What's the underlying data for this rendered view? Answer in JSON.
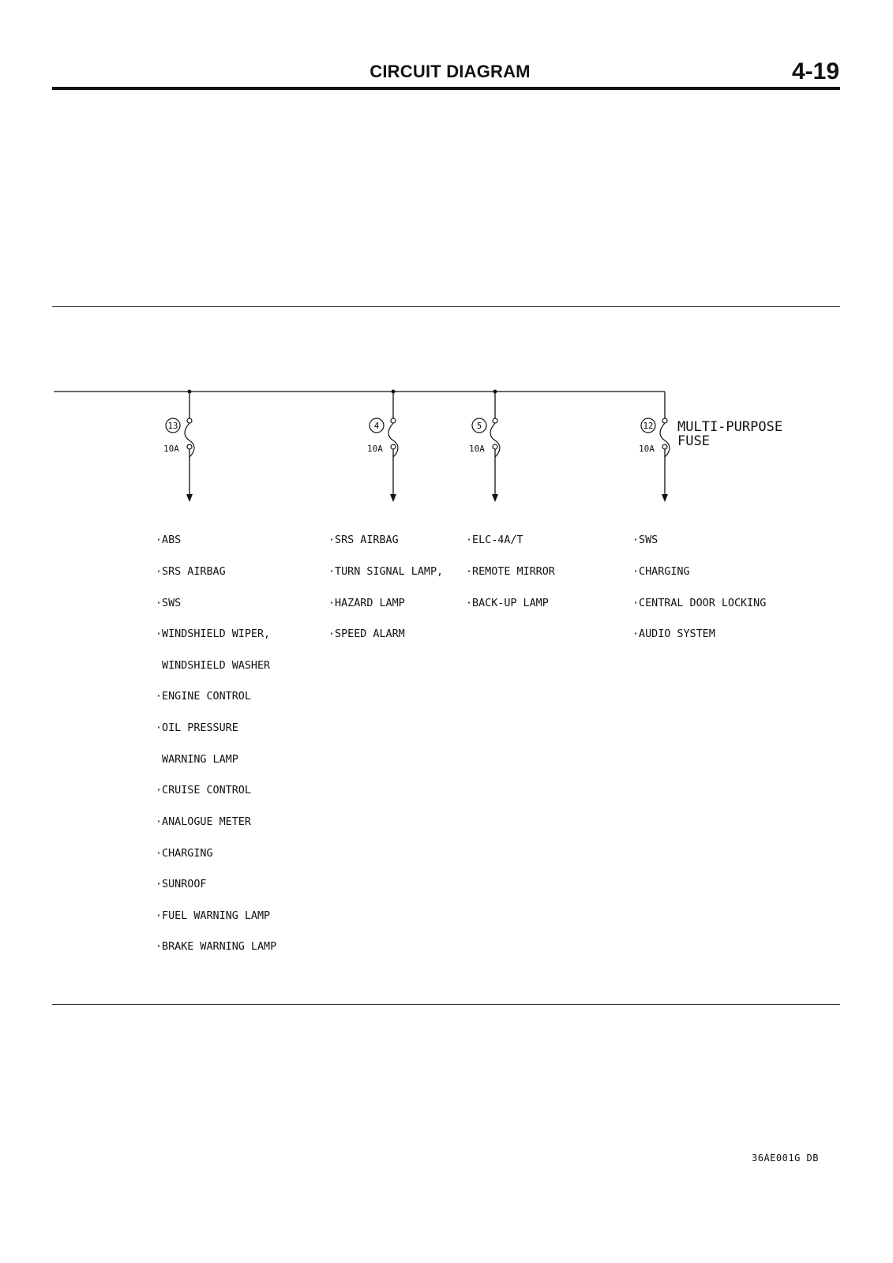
{
  "header": {
    "title": "CIRCUIT DIAGRAM",
    "page_number": "4-19"
  },
  "fuse_box": {
    "title_line1": "MULTI-PURPOSE",
    "title_line2": "FUSE"
  },
  "fuses": [
    {
      "number": "13",
      "rating": "10A",
      "loads": [
        "·ABS",
        "·SRS AIRBAG",
        "·SWS",
        "·WINDSHIELD WIPER,",
        " WINDSHIELD WASHER",
        "·ENGINE CONTROL",
        "·OIL PRESSURE",
        " WARNING LAMP",
        "·CRUISE CONTROL",
        "·ANALOGUE METER",
        "·CHARGING",
        "·SUNROOF",
        "·FUEL WARNING LAMP",
        "·BRAKE WARNING LAMP"
      ]
    },
    {
      "number": "4",
      "rating": "10A",
      "loads": [
        "·SRS AIRBAG",
        "·TURN SIGNAL LAMP,",
        "·HAZARD LAMP",
        "·SPEED ALARM"
      ]
    },
    {
      "number": "5",
      "rating": "10A",
      "loads": [
        "·ELC-4A/T",
        "·REMOTE MIRROR",
        "·BACK-UP LAMP"
      ]
    },
    {
      "number": "12",
      "rating": "10A",
      "loads": [
        "·SWS",
        "·CHARGING",
        "·CENTRAL DOOR LOCKING",
        "·AUDIO SYSTEM"
      ]
    }
  ],
  "footer": {
    "code": "36AE001G DB"
  }
}
